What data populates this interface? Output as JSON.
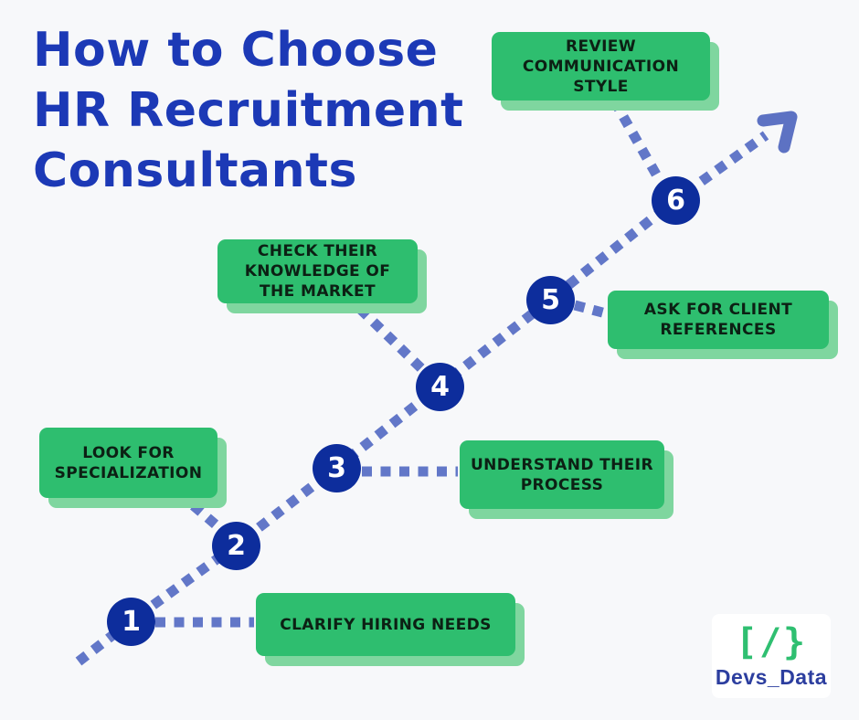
{
  "page": {
    "background_color": "#f7f8fa",
    "title_lines": [
      "How to Choose",
      "HR Recruitment",
      "Consultants"
    ]
  },
  "steps": [
    {
      "number": "1",
      "label": "CLARIFY HIRING NEEDS"
    },
    {
      "number": "2",
      "label": "LOOK FOR SPECIALIZATION"
    },
    {
      "number": "3",
      "label": "UNDERSTAND THEIR PROCESS"
    },
    {
      "number": "4",
      "label": "CHECK THEIR KNOWLEDGE OF THE MARKET"
    },
    {
      "number": "5",
      "label": "ASK FOR CLIENT REFERENCES"
    },
    {
      "number": "6",
      "label": "REVIEW COMMUNICATION STYLE"
    }
  ],
  "path": {
    "style": "dotted",
    "direction": "bottom-left to top-right",
    "end_icon": "arrow-up-right"
  },
  "brand": {
    "symbol": "[/}",
    "name": "Devs_Data"
  },
  "colors": {
    "title_blue": "#1c39b6",
    "box_green": "#2ebe6f",
    "box_shadow_green": "#7fd69f",
    "box_text": "#0c2014",
    "circle_blue": "#0d2d9c",
    "dot_blue": "#6277c8",
    "arrow_blue": "#5d72c3",
    "brand_green": "#2fbf71",
    "brand_text_blue": "#2c3e9f"
  }
}
